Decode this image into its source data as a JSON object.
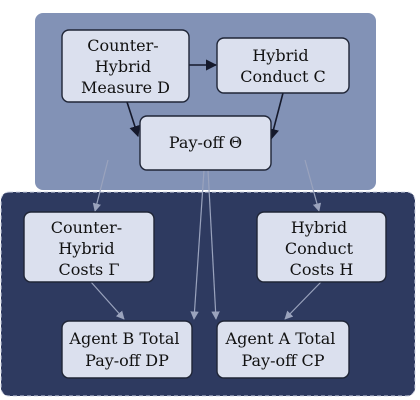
{
  "colors": {
    "top_panel": "#8292b6",
    "bottom_panel": "#2e3a60",
    "node_fill": "#dbe0ee",
    "node_border": "#1f2536",
    "arrow_dark": "#15192b",
    "arrow_light": "#9aa3bd"
  },
  "nodes": {
    "counter_hybrid_measure": {
      "lines": [
        "Counter-",
        "Hybrid",
        "Measure D"
      ]
    },
    "hybrid_conduct": {
      "lines": [
        "Hybrid",
        "Conduct C"
      ]
    },
    "payoff": {
      "lines": [
        "Pay-off Θ"
      ]
    },
    "counter_hybrid_costs": {
      "lines": [
        "Counter-",
        "Hybrid",
        "Costs Γ"
      ]
    },
    "hybrid_conduct_costs": {
      "lines": [
        "Hybrid",
        "Conduct",
        "Costs H"
      ]
    },
    "agent_b_total": {
      "lines": [
        "Agent B Total",
        "Pay-off DP"
      ]
    },
    "agent_a_total": {
      "lines": [
        "Agent A Total",
        "Pay-off CP"
      ]
    }
  },
  "edges": [
    {
      "from": "counter_hybrid_measure",
      "to": "hybrid_conduct",
      "style": "dark"
    },
    {
      "from": "counter_hybrid_measure",
      "to": "payoff",
      "style": "dark"
    },
    {
      "from": "hybrid_conduct",
      "to": "payoff",
      "style": "dark"
    },
    {
      "from": "counter_hybrid_measure",
      "to": "counter_hybrid_costs",
      "style": "light"
    },
    {
      "from": "hybrid_conduct",
      "to": "hybrid_conduct_costs",
      "style": "light"
    },
    {
      "from": "payoff",
      "to": "agent_b_total",
      "style": "light"
    },
    {
      "from": "payoff",
      "to": "agent_a_total",
      "style": "light"
    },
    {
      "from": "counter_hybrid_costs",
      "to": "agent_b_total",
      "style": "light"
    },
    {
      "from": "hybrid_conduct_costs",
      "to": "agent_a_total",
      "style": "light"
    }
  ]
}
